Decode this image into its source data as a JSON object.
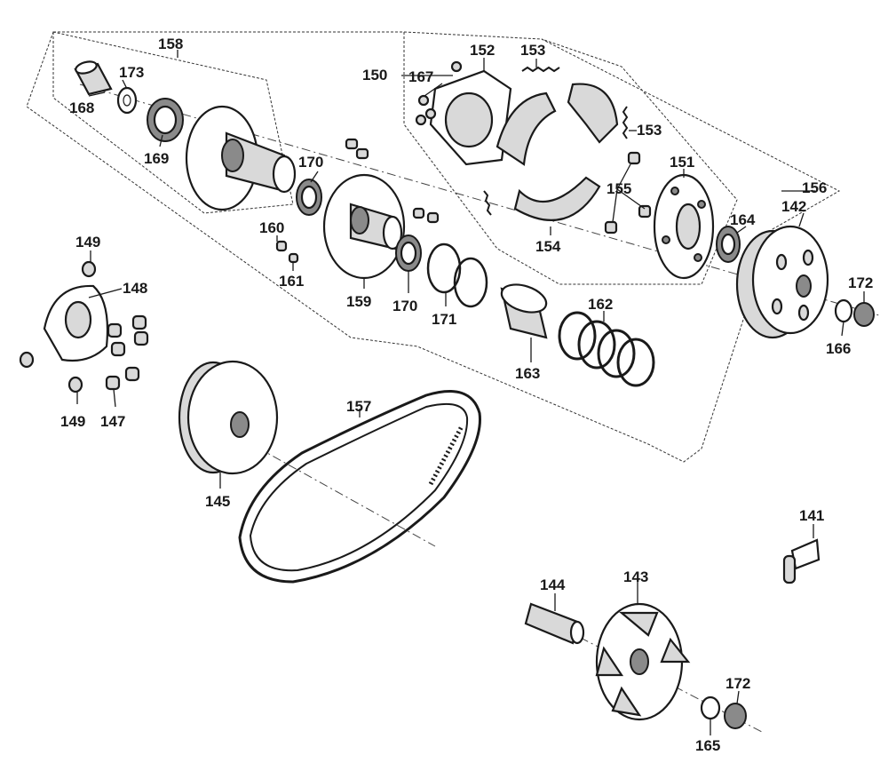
{
  "labels": {
    "p141": "141",
    "p142": "142",
    "p143": "143",
    "p144": "144",
    "p145": "145",
    "p147": "147",
    "p148": "148",
    "p149a": "149",
    "p149b": "149",
    "p150": "150",
    "p151": "151",
    "p152": "152",
    "p153a": "153",
    "p153b": "153",
    "p154": "154",
    "p155": "155",
    "p156": "156",
    "p157": "157",
    "p158": "158",
    "p159": "159",
    "p160": "160",
    "p161": "161",
    "p162": "162",
    "p163": "163",
    "p164": "164",
    "p165": "165",
    "p166": "166",
    "p167": "167",
    "p168": "168",
    "p169": "169",
    "p170a": "170",
    "p170b": "170",
    "p171": "171",
    "p172a": "172",
    "p172b": "172",
    "p173": "173"
  }
}
